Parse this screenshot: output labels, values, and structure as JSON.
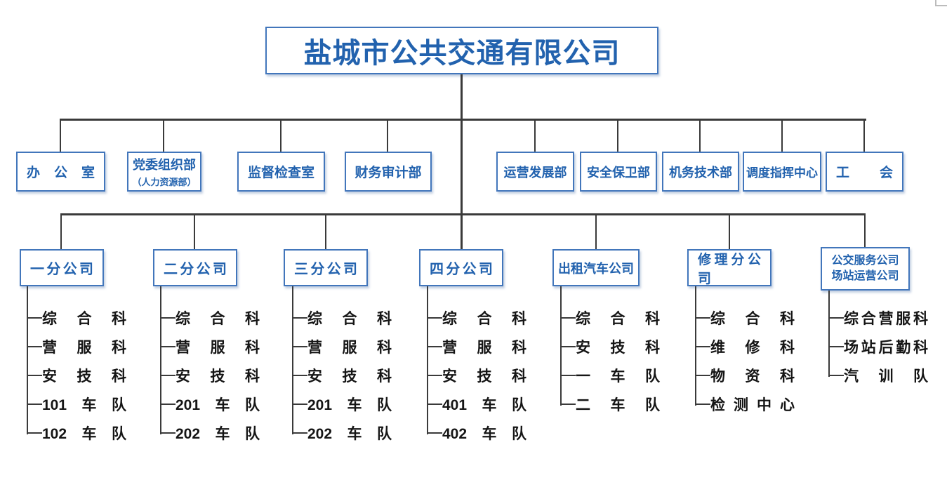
{
  "company": {
    "title": "盐城市公共交通有限公司"
  },
  "colors": {
    "box_border": "#4276bb",
    "box_text": "#2262ae",
    "connector": "#3a3a3a",
    "leaf_text": "#151515",
    "background": "#ffffff"
  },
  "departments": [
    {
      "label": "办公室"
    },
    {
      "label": "党委组织部",
      "sublabel": "（人力资源部）"
    },
    {
      "label": "监督检查室"
    },
    {
      "label": "财务审计部"
    },
    {
      "label": "运营发展部"
    },
    {
      "label": "安全保卫部"
    },
    {
      "label": "机务技术部"
    },
    {
      "label": "调度指挥中心"
    },
    {
      "label": "工会"
    }
  ],
  "branches": [
    {
      "label": "一分公司",
      "items": [
        "综合科",
        "营服科",
        "安技科",
        "101车队",
        "102车队"
      ]
    },
    {
      "label": "二分公司",
      "items": [
        "综合科",
        "营服科",
        "安技科",
        "201车队",
        "202车队"
      ]
    },
    {
      "label": "三分公司",
      "items": [
        "综合科",
        "营服科",
        "安技科",
        "201车队",
        "202车队"
      ]
    },
    {
      "label": "四分公司",
      "items": [
        "综合科",
        "营服科",
        "安技科",
        "401车队",
        "402车队"
      ]
    },
    {
      "label": "出租汽车公司",
      "items": [
        "综合科",
        "安技科",
        "一车队",
        "二车队"
      ]
    },
    {
      "label": "修理分公司",
      "items": [
        "综合科",
        "维修科",
        "物资科",
        "检测中心"
      ]
    },
    {
      "label": "公交服务公司",
      "label2": "场站运营公司",
      "items": [
        "综合营服科",
        "场站后勤科",
        "汽训队"
      ]
    }
  ]
}
